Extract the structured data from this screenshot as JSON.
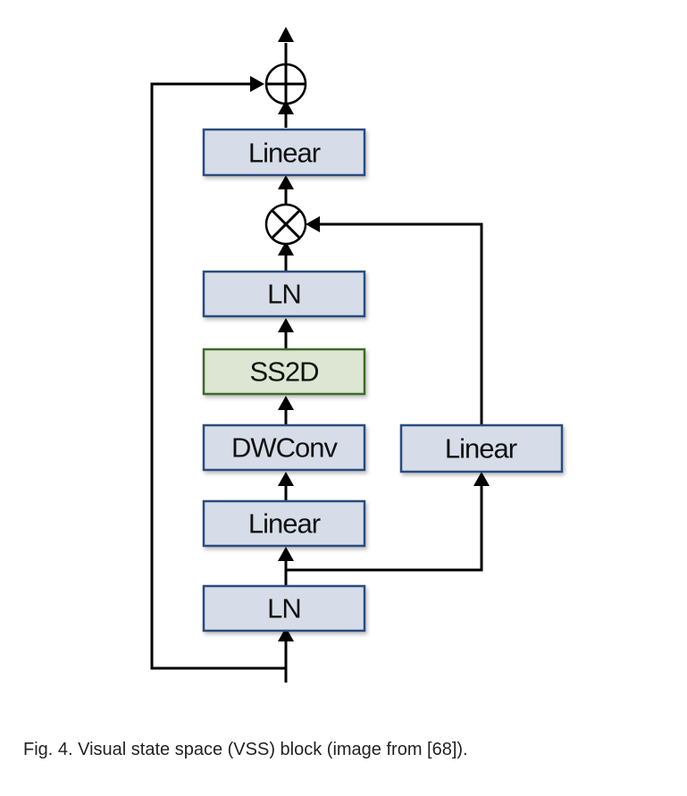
{
  "blocks": {
    "top_linear": "Linear",
    "ln_upper": "LN",
    "ss2d": "SS2D",
    "dwconv": "DWConv",
    "linear_main": "Linear",
    "ln_lower": "LN",
    "linear_side": "Linear"
  },
  "operators": {
    "add": "⊕",
    "multiply": "⊗"
  },
  "colors": {
    "block_fill": "#d6dde8",
    "block_border": "#2b4c80",
    "ss2d_fill": "#dce6d2",
    "ss2d_border": "#3d6a2a"
  },
  "caption": "Fig. 4. Visual state space (VSS) block (image from [68])."
}
